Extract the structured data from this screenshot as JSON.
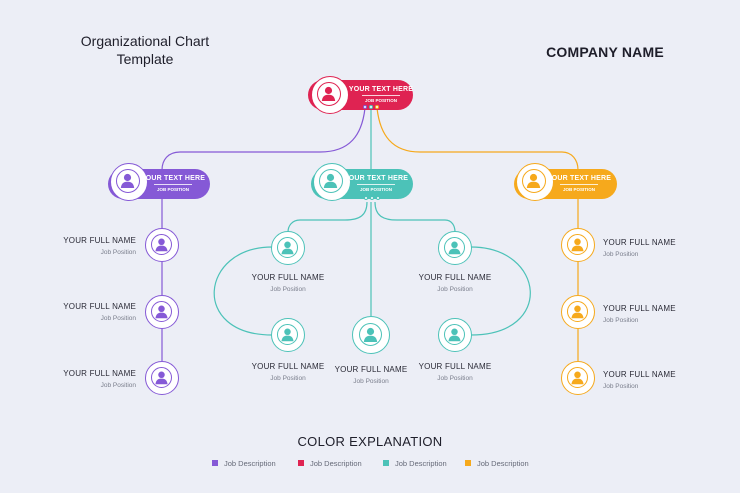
{
  "header": {
    "title_line1": "Organizational Chart",
    "title_line2": "Template",
    "company": "COMPANY NAME"
  },
  "colors": {
    "red": "#df2352",
    "purple": "#8559d6",
    "teal": "#4cc2b8",
    "orange": "#f6a91c"
  },
  "icons": [
    "person-icon"
  ],
  "top": {
    "title": "YOUR TEXT HERE",
    "sub": "JOB POSITION"
  },
  "branches": {
    "purple": {
      "title": "YOUR TEXT HERE",
      "sub": "JOB POSITION",
      "members": [
        {
          "name": "YOUR FULL NAME",
          "position": "Job Position"
        },
        {
          "name": "YOUR FULL NAME",
          "position": "Job Position"
        },
        {
          "name": "YOUR FULL NAME",
          "position": "Job Position"
        }
      ]
    },
    "teal": {
      "title": "YOUR TEXT HERE",
      "sub": "JOB POSITION",
      "members": [
        {
          "name": "YOUR FULL NAME",
          "position": "Job Position"
        },
        {
          "name": "YOUR FULL NAME",
          "position": "Job Position"
        },
        {
          "name": "YOUR FULL NAME",
          "position": "Job Position"
        },
        {
          "name": "YOUR FULL NAME",
          "position": "Job Position"
        },
        {
          "name": "YOUR FULL NAME",
          "position": "Job Position"
        }
      ]
    },
    "orange": {
      "title": "YOUR TEXT HERE",
      "sub": "JOB POSITION",
      "members": [
        {
          "name": "YOUR FULL NAME",
          "position": "Job Position"
        },
        {
          "name": "YOUR FULL NAME",
          "position": "Job Position"
        },
        {
          "name": "YOUR FULL NAME",
          "position": "Job Position"
        }
      ]
    }
  },
  "legend": {
    "title": "COLOR EXPLANATION",
    "items": [
      {
        "label": "Job Description",
        "color": "#8559d6"
      },
      {
        "label": "Job Description",
        "color": "#df2352"
      },
      {
        "label": "Job Description",
        "color": "#4cc2b8"
      },
      {
        "label": "Job Description",
        "color": "#f6a91c"
      }
    ]
  }
}
